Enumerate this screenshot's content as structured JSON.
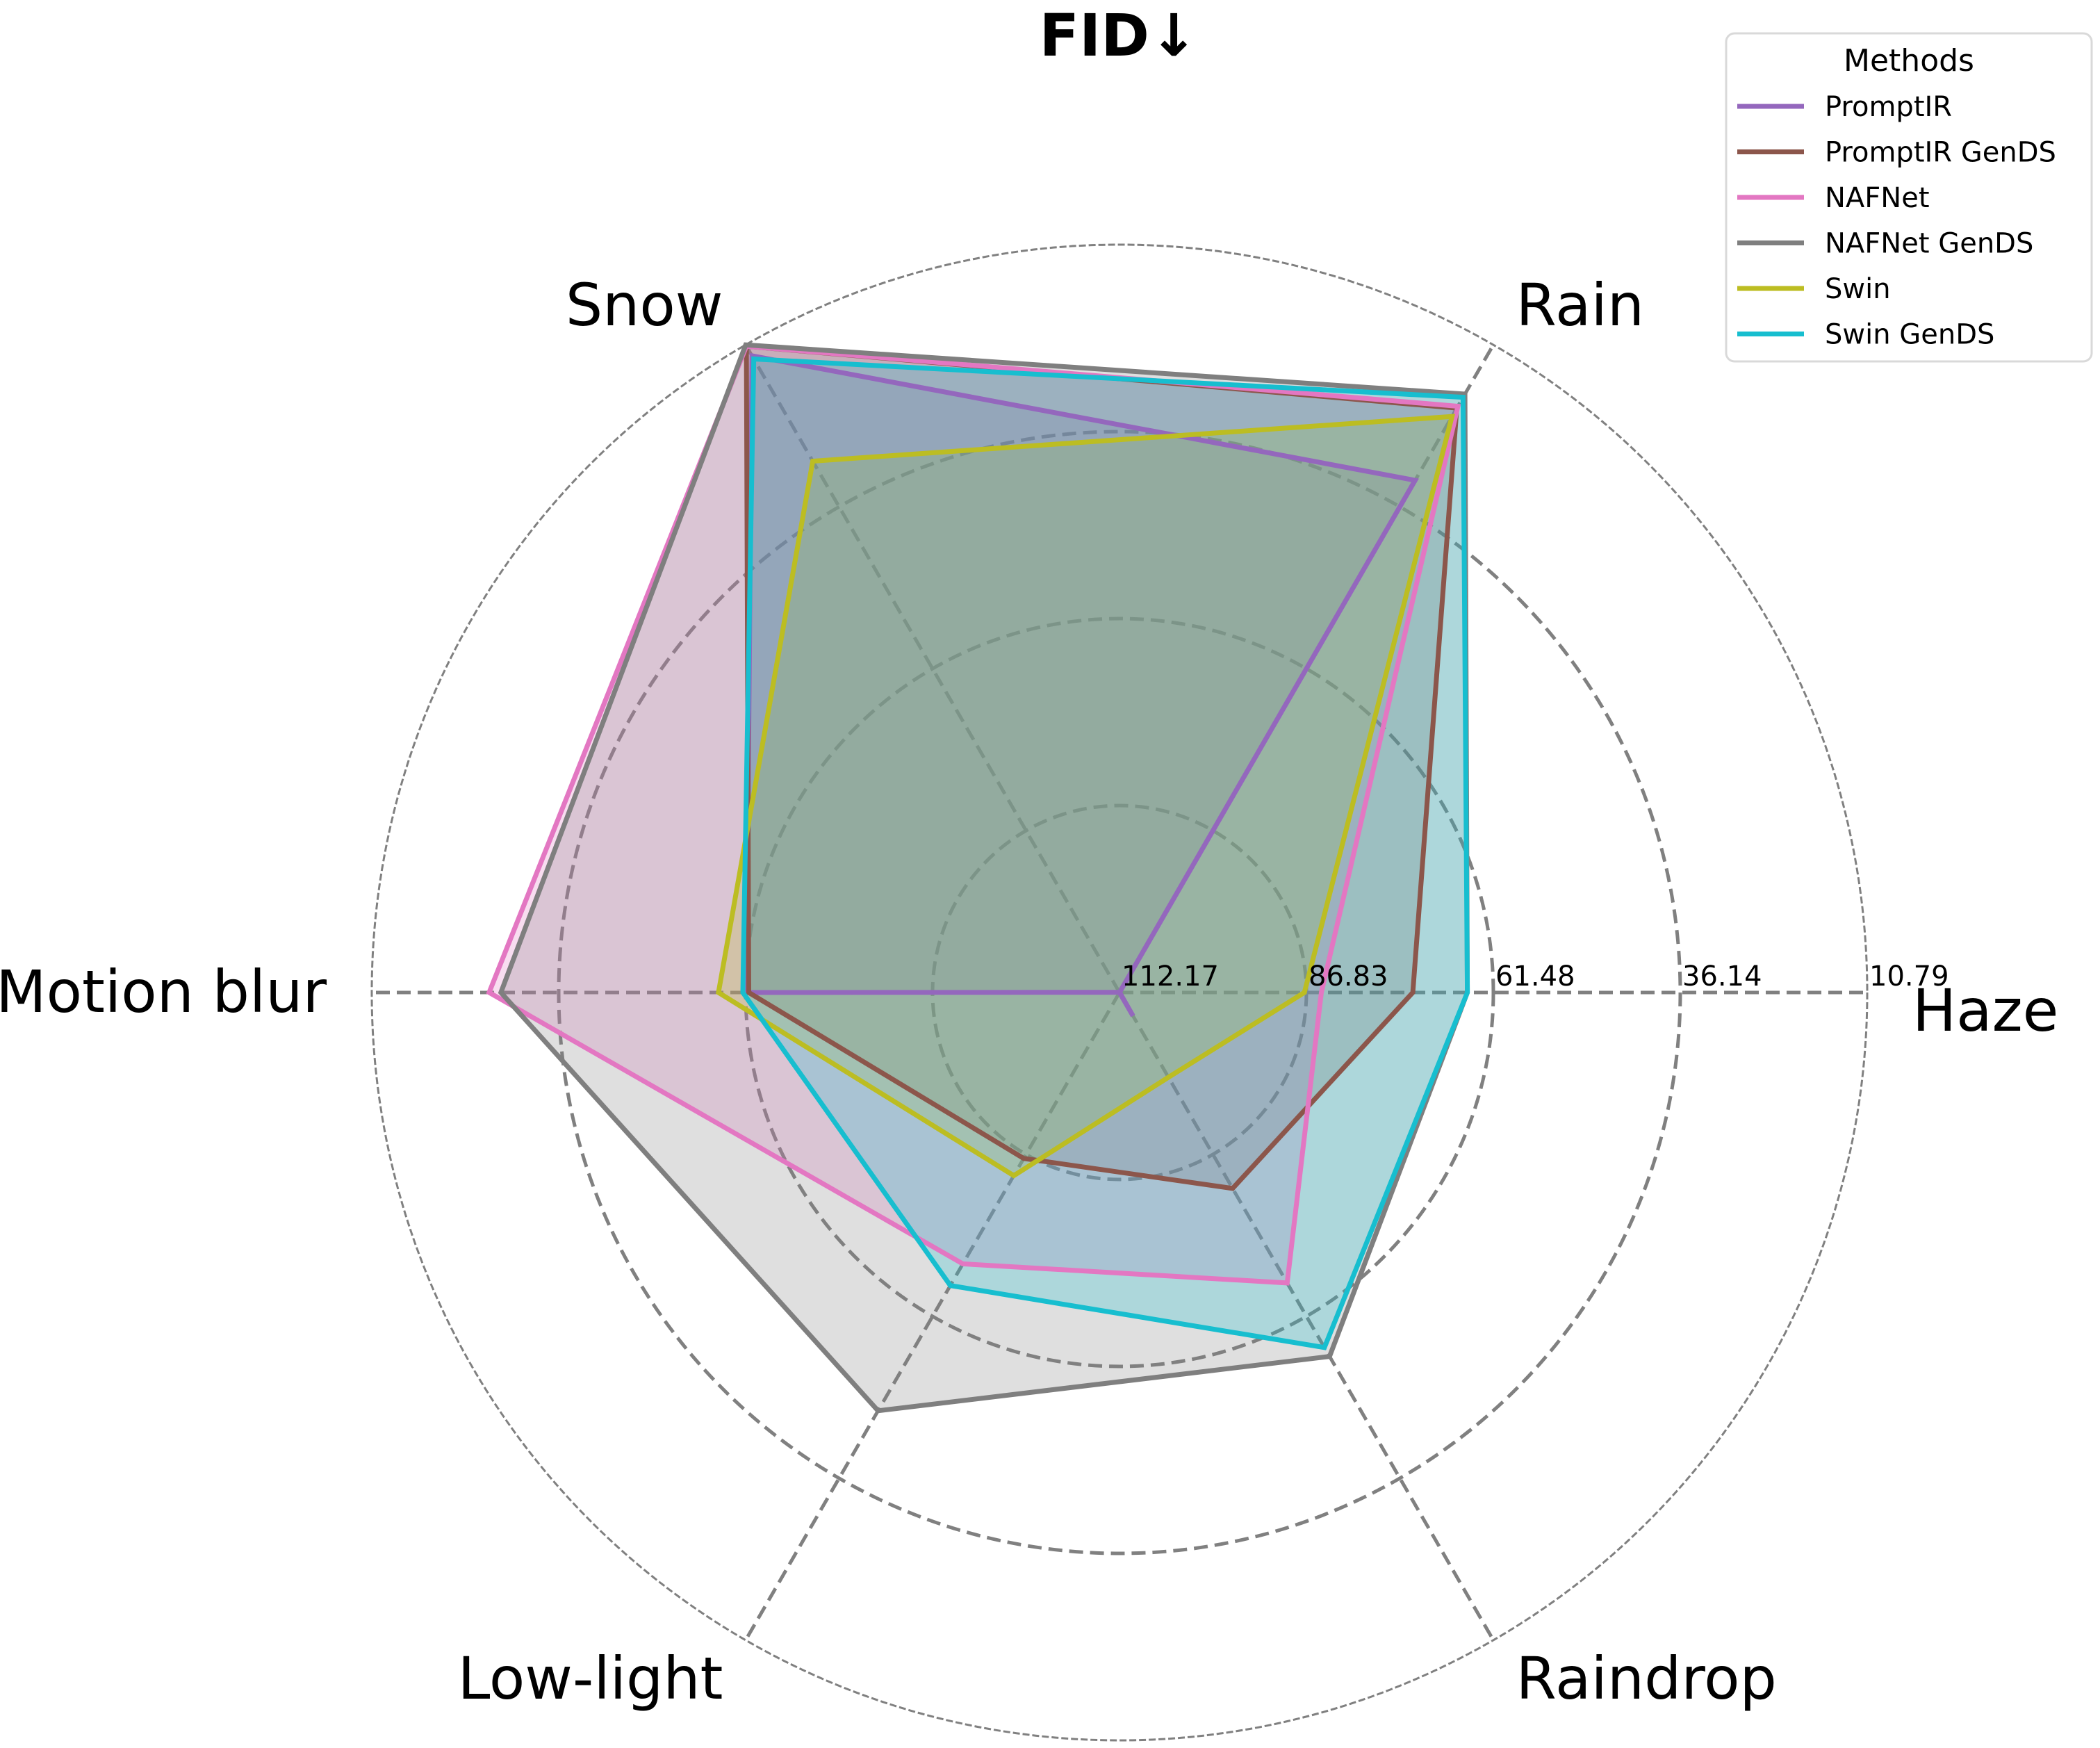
{
  "chart_data": {
    "type": "radar",
    "title": "FID↓",
    "axes": [
      "Haze",
      "Rain",
      "Snow",
      "Motion blur",
      "Low-light",
      "Raindrop"
    ],
    "radial_ticks": [
      "112.17",
      "86.83",
      "61.48",
      "36.14",
      "10.79"
    ],
    "radial_range": [
      112.17,
      10.79
    ],
    "radial_direction": "inverted (lower FID plotted farther out)",
    "grid": true,
    "legend": {
      "title": "Methods",
      "placement": "top-right"
    },
    "series": [
      {
        "name": "PromptIR",
        "color": "#9467bd",
        "values": [
          112.17,
          32.0,
          12.5,
          61.6,
          112.2,
          108.5
        ]
      },
      {
        "name": "PromptIR GenDS",
        "color": "#8c564b",
        "values": [
          72.4,
          20.7,
          11.0,
          61.9,
          86.2,
          81.5
        ]
      },
      {
        "name": "NAFNet",
        "color": "#e377c2",
        "values": [
          84.8,
          20.4,
          11.0,
          26.7,
          69.7,
          66.7
        ]
      },
      {
        "name": "NAFNet GenDS",
        "color": "#7f7f7f",
        "values": [
          65.0,
          18.5,
          10.8,
          28.3,
          46.7,
          55.2
        ]
      },
      {
        "name": "Swin",
        "color": "#bcbd22",
        "values": [
          87.1,
          22.0,
          29.0,
          57.8,
          83.5,
          98.9
        ]
      },
      {
        "name": "Swin GenDS",
        "color": "#17becf",
        "values": [
          65.0,
          19.0,
          13.0,
          61.1,
          66.3,
          56.6
        ]
      }
    ]
  }
}
